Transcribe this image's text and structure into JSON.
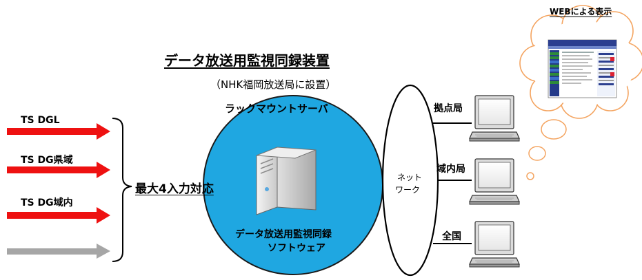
{
  "title": "データ放送用監視同録装置",
  "subtitle": "（NHK福岡放送局に設置）",
  "server": {
    "label": "ラックマウントサーバ",
    "software_line1": "データ放送用監視同録",
    "software_line2": "ソフトウェア"
  },
  "inputs": [
    {
      "label": "TS  DGL",
      "color": "#ee1111"
    },
    {
      "label": "TS  DG県域",
      "color": "#ee1111"
    },
    {
      "label": "TS  DG域内",
      "color": "#ee1111"
    },
    {
      "label": "",
      "color": "#a6a6a6"
    }
  ],
  "input_capacity": "最大4入力対応",
  "network": {
    "line1": "ネット",
    "line2": "ワーク"
  },
  "terminals": [
    {
      "label": "拠点局"
    },
    {
      "label": "域内局"
    },
    {
      "label": "全国"
    }
  ],
  "web_display": "WEBによる表示",
  "colors": {
    "server_circle": "#1fa7e1",
    "input_arrow": "#ee1111",
    "spare_arrow": "#a6a6a6"
  }
}
